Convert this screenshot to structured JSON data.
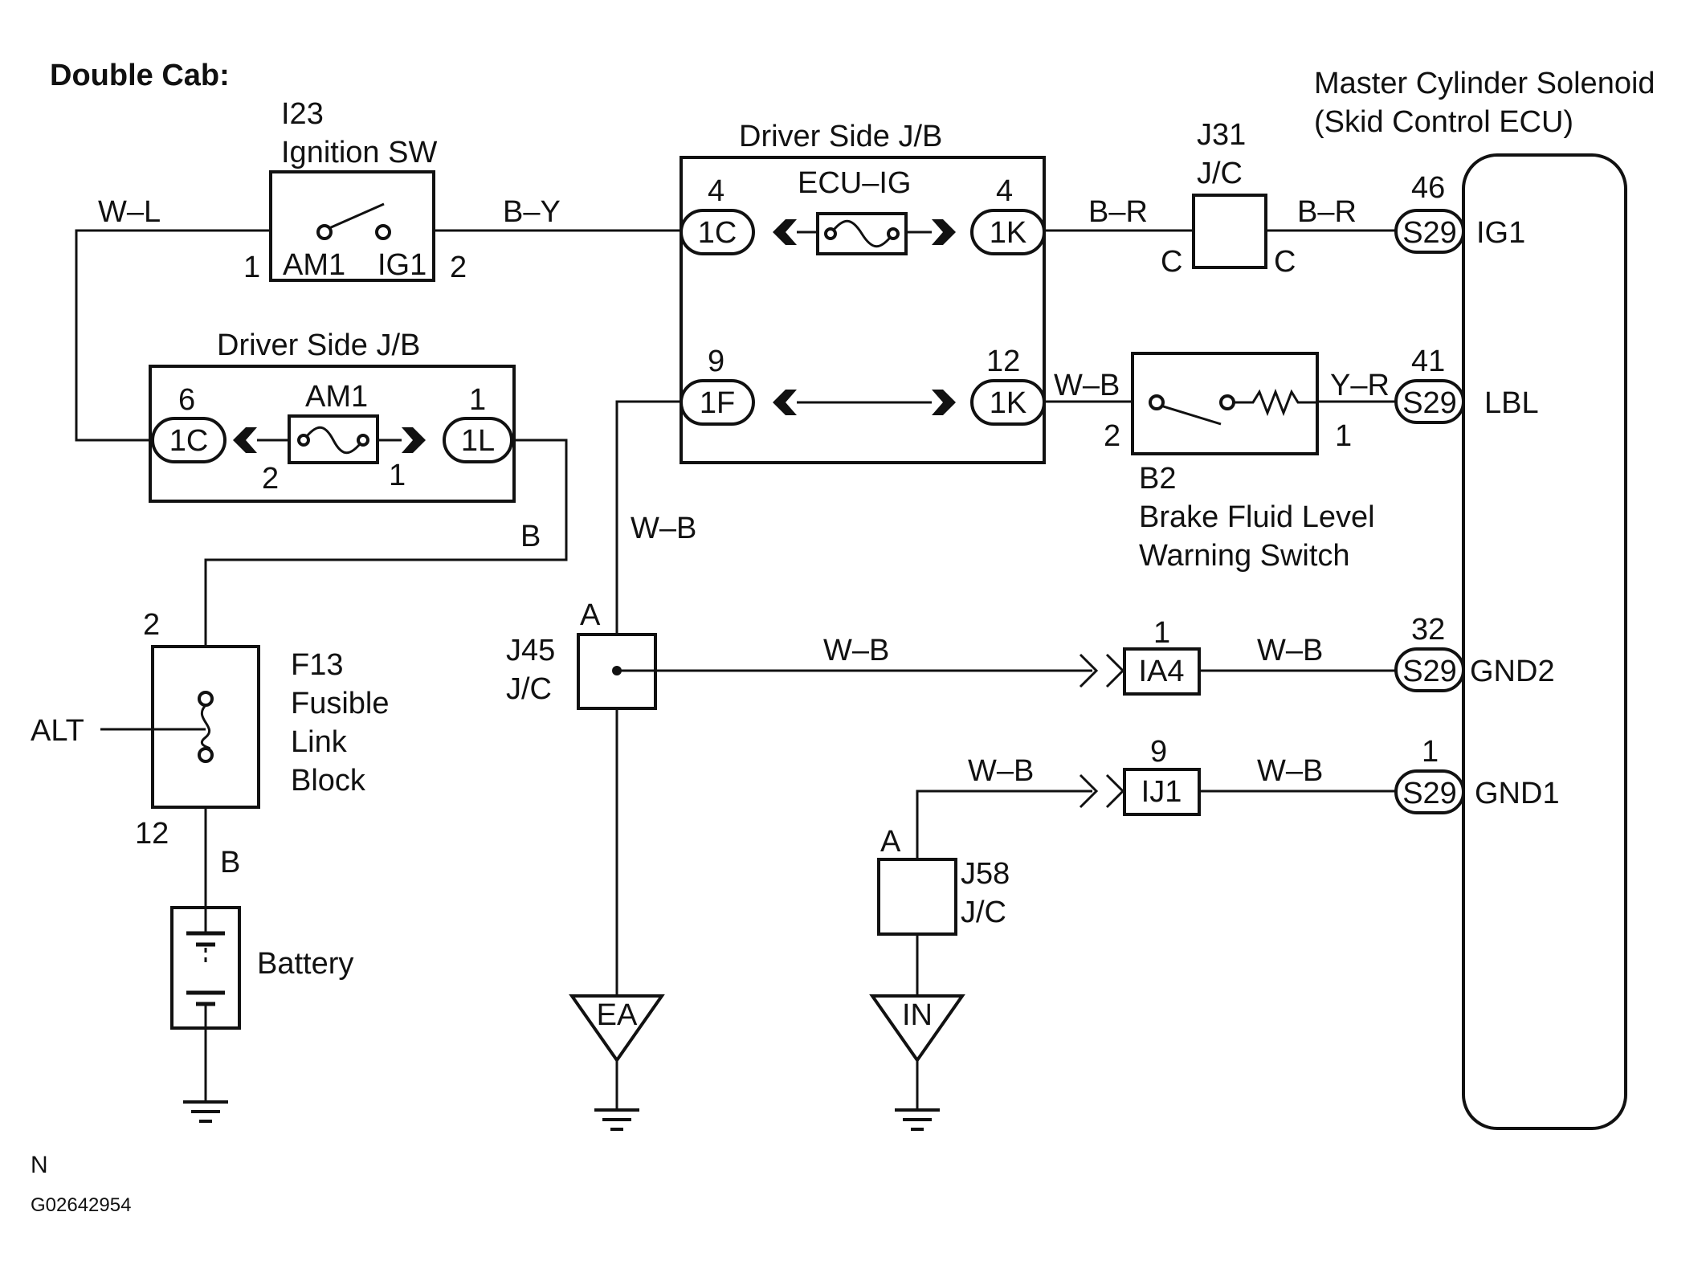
{
  "header": {
    "title": "Double Cab:"
  },
  "footer": {
    "mark": "N",
    "code": "G02642954"
  },
  "ignition_switch": {
    "code": "I23",
    "name": "Ignition SW",
    "pin_left": "1",
    "pin_right": "2",
    "term_left": "AM1",
    "term_right": "IG1"
  },
  "jb_upper": {
    "title": "Driver Side J/B",
    "fuse": "ECU–IG",
    "top_left": {
      "pin": "4",
      "conn": "1C"
    },
    "top_right": {
      "pin": "4",
      "conn": "1K"
    },
    "bot_left": {
      "pin": "9",
      "conn": "1F"
    },
    "bot_right": {
      "pin": "12",
      "conn": "1K"
    }
  },
  "jb_lower": {
    "title": "Driver Side J/B",
    "fuse": "AM1",
    "left": {
      "pin": "6",
      "conn": "1C"
    },
    "right": {
      "pin": "1",
      "conn": "1L"
    },
    "fuse_pin_left": "2",
    "fuse_pin_right": "1"
  },
  "j31": {
    "code": "J31",
    "type": "J/C",
    "pin_left": "C",
    "pin_right": "C"
  },
  "b2": {
    "code": "B2",
    "line1": "Brake Fluid Level",
    "line2": "Warning Switch",
    "pin_left": "2",
    "pin_right": "1"
  },
  "fusible": {
    "code": "F13",
    "line1": "Fusible",
    "line2": "Link",
    "line3": "Block",
    "pin_top": "2",
    "pin_bottom": "12",
    "alt": "ALT"
  },
  "battery": {
    "label": "Battery"
  },
  "j45": {
    "code": "J45",
    "type": "J/C",
    "pin": "A"
  },
  "j58": {
    "code": "J58",
    "type": "J/C",
    "pin": "A"
  },
  "ground_ea": {
    "label": "EA"
  },
  "ground_in": {
    "label": "IN"
  },
  "connector_ia4": {
    "pin": "1",
    "code": "IA4"
  },
  "connector_ij1": {
    "pin": "9",
    "code": "IJ1"
  },
  "ecu": {
    "title_line1": "Master Cylinder Solenoid",
    "title_line2": "(Skid Control ECU)",
    "pins": [
      {
        "num": "46",
        "conn": "S29",
        "name": "IG1"
      },
      {
        "num": "41",
        "conn": "S29",
        "name": "LBL"
      },
      {
        "num": "32",
        "conn": "S29",
        "name": "GND2"
      },
      {
        "num": "1",
        "conn": "S29",
        "name": "GND1"
      }
    ]
  },
  "wires": {
    "w_l": "W–L",
    "b_y": "B–Y",
    "b_r_1": "B–R",
    "b_r_2": "B–R",
    "w_b_switch": "W–B",
    "y_r": "Y–R",
    "b_jb": "B",
    "b_batt": "B",
    "w_b_vertical": "W–B",
    "w_b_j45": "W–B",
    "w_b_ia4": "W–B",
    "w_b_j58": "W–B",
    "w_b_ij1": "W–B"
  }
}
